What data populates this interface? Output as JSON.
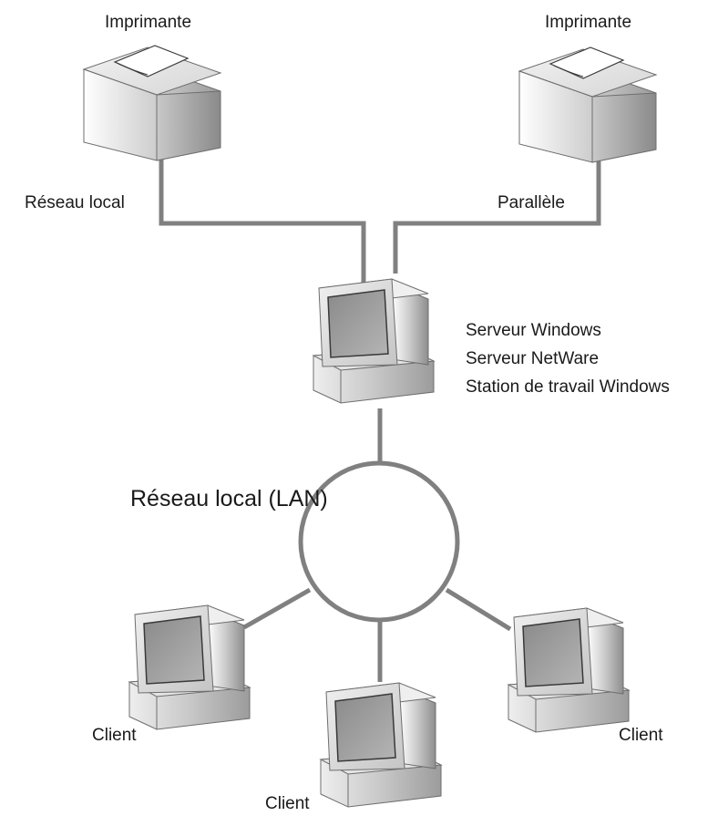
{
  "printers": [
    {
      "label": "Imprimante",
      "connection_label": "Réseau local"
    },
    {
      "label": "Imprimante",
      "connection_label": "Parallèle"
    }
  ],
  "server": {
    "roles": [
      "Serveur Windows",
      "Serveur NetWare",
      "Station de travail Windows"
    ]
  },
  "network": {
    "label": "Réseau local (LAN)"
  },
  "clients": [
    {
      "label": "Client"
    },
    {
      "label": "Client"
    },
    {
      "label": "Client"
    }
  ],
  "colors": {
    "line": "#808080",
    "device_light": "#e6e6e6",
    "device_mid": "#bdbdbd",
    "device_dark": "#8c8c8c",
    "screen": "#9a9a9a",
    "text": "#1a1a1a"
  }
}
